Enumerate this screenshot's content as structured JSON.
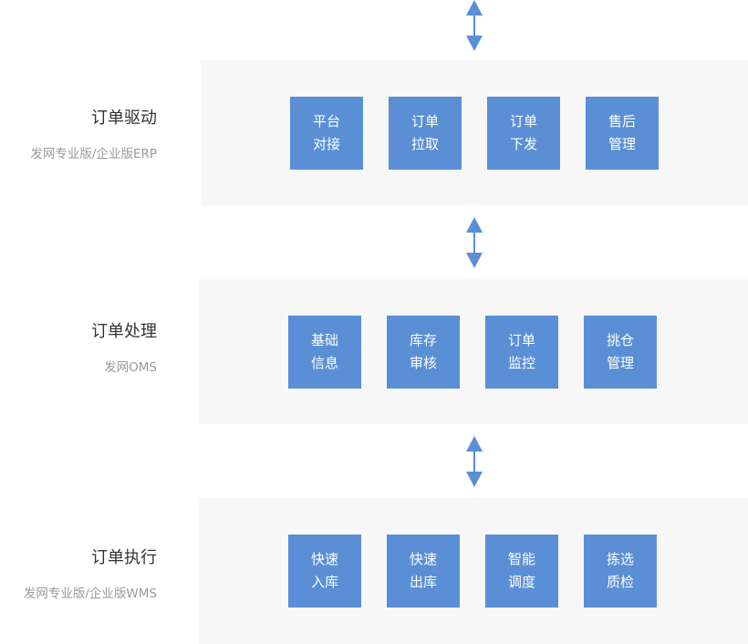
{
  "colors": {
    "panel": "#f7f7f7",
    "box": "#5a8fd6",
    "arrow": "#5a8fd6",
    "title": "#333333",
    "subtitle": "#9a9a9a"
  },
  "arrows": [
    {
      "name": "top-arrow",
      "icon": "double-arrow-vertical-icon"
    },
    {
      "name": "arrow-drive-process",
      "icon": "double-arrow-vertical-icon"
    },
    {
      "name": "arrow-process-execute",
      "icon": "double-arrow-vertical-icon"
    }
  ],
  "sections": [
    {
      "title": "订单驱动",
      "subtitle": "发网专业版/企业版ERP",
      "boxes": [
        {
          "line1": "平台",
          "line2": "对接"
        },
        {
          "line1": "订单",
          "line2": "拉取"
        },
        {
          "line1": "订单",
          "line2": "下发"
        },
        {
          "line1": "售后",
          "line2": "管理"
        }
      ]
    },
    {
      "title": "订单处理",
      "subtitle": "发网OMS",
      "boxes": [
        {
          "line1": "基础",
          "line2": "信息"
        },
        {
          "line1": "库存",
          "line2": "审核"
        },
        {
          "line1": "订单",
          "line2": "监控"
        },
        {
          "line1": "挑仓",
          "line2": "管理"
        }
      ]
    },
    {
      "title": "订单执行",
      "subtitle": "发网专业版/企业版WMS",
      "boxes": [
        {
          "line1": "快速",
          "line2": "入库"
        },
        {
          "line1": "快速",
          "line2": "出库"
        },
        {
          "line1": "智能",
          "line2": "调度"
        },
        {
          "line1": "拣选",
          "line2": "质检"
        }
      ]
    }
  ]
}
